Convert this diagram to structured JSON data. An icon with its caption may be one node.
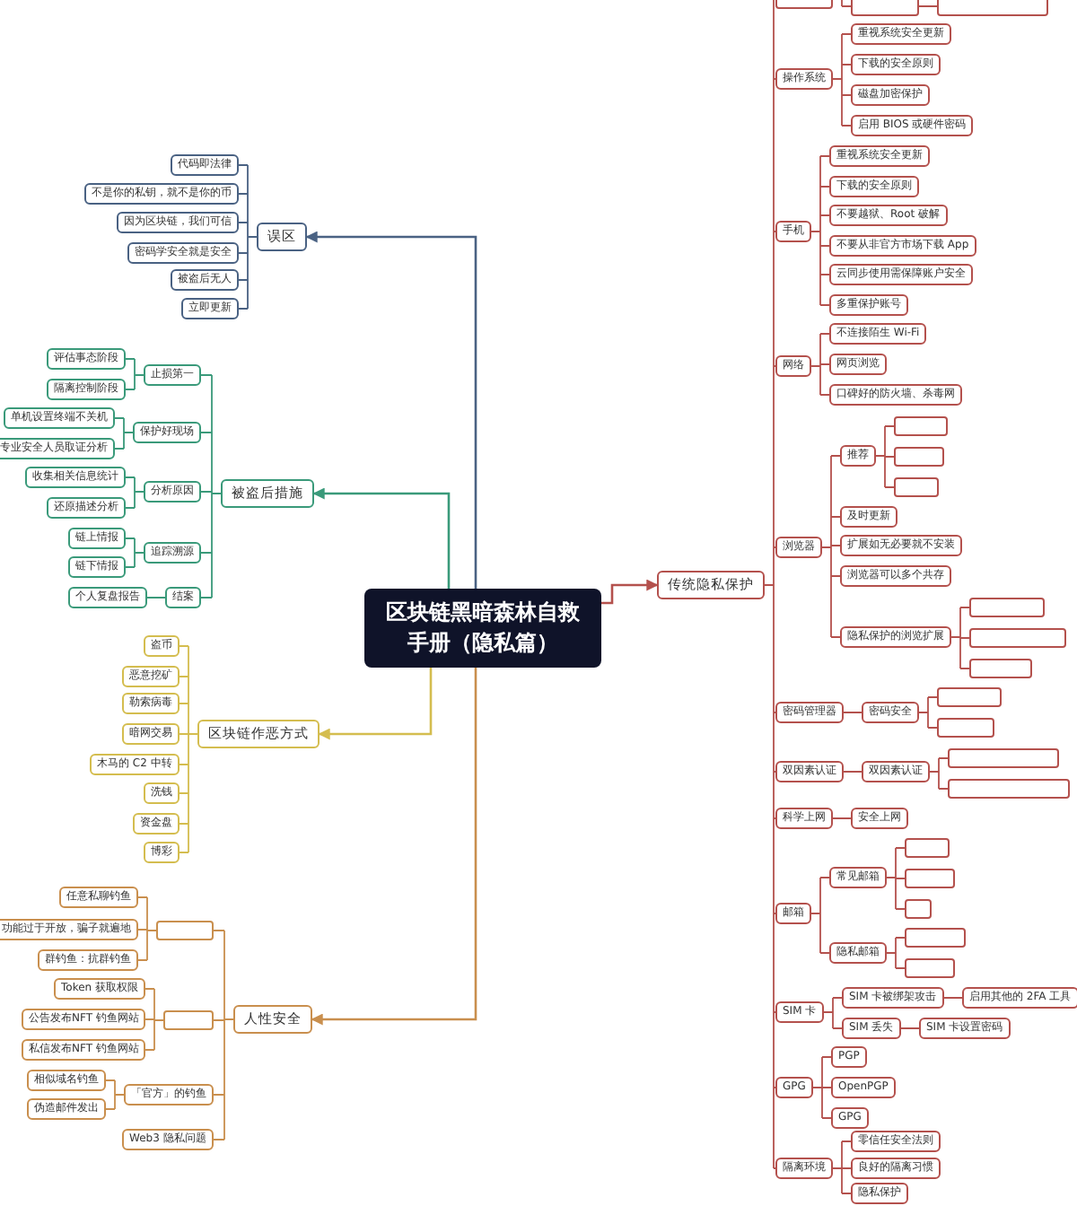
{
  "diagram": {
    "nodes": [
      {
        "text": [
          "区块链黑暗森林自救手册（隐私篇）"
        ]
      },
      {
        "text": [
          "误区"
        ]
      },
      {
        "text": [
          "代码即法律"
        ]
      },
      {
        "text": [
          "不是你的私钥，就不是你的币"
        ]
      },
      {
        "text": [
          "因为区块链，我们可信"
        ]
      },
      {
        "text": [
          "密码学安全就是安全"
        ]
      },
      {
        "text": [
          "被盗后无人"
        ]
      },
      {
        "text": [
          "立即更新"
        ]
      },
      {
        "text": [
          "被盗后措施"
        ]
      },
      {
        "text": [
          "止损第一"
        ]
      },
      {
        "text": [
          "评估事态阶段"
        ]
      },
      {
        "text": [
          "隔离控制阶段"
        ]
      },
      {
        "text": [
          "保护好现场"
        ]
      },
      {
        "text": [
          "单机设置终端不关机"
        ]
      },
      {
        "text": [
          "专业安全人员取证分析"
        ]
      },
      {
        "text": [
          "分析原因"
        ]
      },
      {
        "text": [
          "收集相关信息统计"
        ]
      },
      {
        "text": [
          "还原描述分析"
        ]
      },
      {
        "text": [
          "追踪溯源"
        ]
      },
      {
        "text": [
          "链上情报"
        ]
      },
      {
        "text": [
          "链下情报"
        ]
      },
      {
        "text": [
          "结案"
        ]
      },
      {
        "text": [
          "个人复盘报告"
        ]
      },
      {
        "text": [
          "区块链作恶方式"
        ]
      },
      {
        "text": [
          "盗币"
        ]
      },
      {
        "text": [
          "恶意挖矿"
        ]
      },
      {
        "text": [
          "勒索病毒"
        ]
      },
      {
        "text": [
          "暗网交易"
        ]
      },
      {
        "text": [
          "木马的 C2 中转"
        ]
      },
      {
        "text": [
          "洗钱"
        ]
      },
      {
        "text": [
          "资金盘"
        ]
      },
      {
        "text": [
          "博彩"
        ]
      },
      {
        "text": [
          "人性安全"
        ]
      },
      {
        "text": [],
        "shape": "box"
      },
      {
        "text": [
          "任意私聊钓鱼"
        ]
      },
      {
        "text": [
          "功能过于开放，骗子就遍地"
        ]
      },
      {
        "text": [
          "群钓鱼：抗群钓鱼"
        ]
      },
      {
        "text": [],
        "shape": "box"
      },
      {
        "text": [
          "Token 获取权限"
        ]
      },
      {
        "text": [
          "公告发布NFT 钓鱼网站"
        ]
      },
      {
        "text": [
          "私信发布NFT 钓鱼网站"
        ]
      },
      {
        "text": [
          "「官方」的钓鱼"
        ]
      },
      {
        "text": [
          "相似域名钓鱼"
        ]
      },
      {
        "text": [
          "伪造邮件发出"
        ]
      },
      {
        "text": [
          "Web3 隐私问题"
        ]
      },
      {
        "text": [
          "传统隐私保护"
        ]
      },
      {
        "text": [],
        "shape": "box"
      },
      {
        "text": [],
        "shape": "box"
      },
      {
        "text": [],
        "shape": "box"
      },
      {
        "text": [
          "操作系统"
        ]
      },
      {
        "text": [
          "重视系统安全更新"
        ]
      },
      {
        "text": [
          "下载的安全原则"
        ]
      },
      {
        "text": [
          "磁盘加密保护"
        ]
      },
      {
        "text": [
          "启用 BIOS 或硬件密码"
        ]
      },
      {
        "text": [
          "手机"
        ]
      },
      {
        "text": [
          "重视系统安全更新"
        ]
      },
      {
        "text": [
          "下载的安全原则"
        ]
      },
      {
        "text": [
          "不要越狱、Root 破解"
        ]
      },
      {
        "text": [
          "不要从非官方市场下载 App"
        ]
      },
      {
        "text": [
          "云同步使用需保障账户安全"
        ]
      },
      {
        "text": [
          "多重保护账号"
        ]
      },
      {
        "text": [
          "网络"
        ]
      },
      {
        "text": [
          "不连接陌生 Wi-Fi"
        ]
      },
      {
        "text": [
          "网页浏览"
        ]
      },
      {
        "text": [
          "口碑好的防火墙、杀毒网"
        ]
      },
      {
        "text": [
          "浏览器"
        ]
      },
      {
        "text": [
          "推荐"
        ]
      },
      {
        "text": [],
        "shape": "box"
      },
      {
        "text": [],
        "shape": "box"
      },
      {
        "text": [],
        "shape": "box"
      },
      {
        "text": [
          "及时更新"
        ]
      },
      {
        "text": [
          "扩展如无必要就不安装"
        ]
      },
      {
        "text": [
          "浏览器可以多个共存"
        ]
      },
      {
        "text": [
          "隐私保护的浏览扩展"
        ]
      },
      {
        "text": [],
        "shape": "box"
      },
      {
        "text": [],
        "shape": "box"
      },
      {
        "text": [],
        "shape": "box"
      },
      {
        "text": [
          "密码管理器"
        ]
      },
      {
        "text": [
          "密码安全"
        ]
      },
      {
        "text": [],
        "shape": "box"
      },
      {
        "text": [],
        "shape": "box"
      },
      {
        "text": [
          "双因素认证"
        ]
      },
      {
        "text": [
          "双因素认证"
        ]
      },
      {
        "text": [],
        "shape": "box"
      },
      {
        "text": [],
        "shape": "box"
      },
      {
        "text": [
          "科学上网"
        ]
      },
      {
        "text": [
          "安全上网"
        ]
      },
      {
        "text": [
          "邮箱"
        ]
      },
      {
        "text": [
          "常见邮箱"
        ]
      },
      {
        "text": [],
        "shape": "box"
      },
      {
        "text": [],
        "shape": "box"
      },
      {
        "text": [],
        "shape": "box"
      },
      {
        "text": [
          "隐私邮箱"
        ]
      },
      {
        "text": [],
        "shape": "box"
      },
      {
        "text": [],
        "shape": "box"
      },
      {
        "text": [
          "SIM 卡"
        ]
      },
      {
        "text": [
          "SIM 卡被绑架攻击"
        ]
      },
      {
        "text": [
          "启用其他的 2FA 工具"
        ]
      },
      {
        "text": [
          "SIM 丢失"
        ]
      },
      {
        "text": [
          "SIM 卡设置密码"
        ]
      },
      {
        "text": [
          "GPG"
        ]
      },
      {
        "text": [
          "PGP"
        ]
      },
      {
        "text": [
          "OpenPGP"
        ]
      },
      {
        "text": [
          "GPG"
        ]
      },
      {
        "text": [
          "隔离环境"
        ]
      },
      {
        "text": [
          "零信任安全法则"
        ]
      },
      {
        "text": [
          "良好的隔离习惯"
        ]
      },
      {
        "text": [
          "隐私保护"
        ]
      }
    ],
    "edges": [
      {
        "from": 0,
        "to": 1,
        "arrow": "to",
        "color": "#4a6283"
      },
      {
        "from": 0,
        "to": 8,
        "arrow": "to",
        "color": "#3a9a7a"
      },
      {
        "from": 0,
        "to": 23,
        "arrow": "to",
        "color": "#d4bd4f"
      },
      {
        "from": 0,
        "to": 32,
        "arrow": "to",
        "color": "#c98f4e"
      },
      {
        "from": 0,
        "to": 45,
        "arrow": "to"
      },
      {
        "from": 1,
        "to": 2,
        "arrow": "none",
        "color": "#4a6283"
      },
      {
        "from": 1,
        "to": 3,
        "arrow": "none",
        "color": "#4a6283"
      },
      {
        "from": 1,
        "to": 4,
        "arrow": "none",
        "color": "#4a6283"
      },
      {
        "from": 1,
        "to": 5,
        "arrow": "none",
        "color": "#4a6283"
      },
      {
        "from": 1,
        "to": 6,
        "arrow": "none",
        "color": "#4a6283"
      },
      {
        "from": 1,
        "to": 7,
        "arrow": "none",
        "color": "#4a6283"
      },
      {
        "from": 8,
        "to": 9,
        "arrow": "none",
        "color": "#3a9a7a"
      },
      {
        "from": 8,
        "to": 12,
        "arrow": "none",
        "color": "#3a9a7a"
      },
      {
        "from": 8,
        "to": 15,
        "arrow": "none",
        "color": "#3a9a7a"
      },
      {
        "from": 8,
        "to": 18,
        "arrow": "none",
        "color": "#3a9a7a"
      },
      {
        "from": 8,
        "to": 21,
        "arrow": "none",
        "color": "#3a9a7a"
      },
      {
        "from": 9,
        "to": 10,
        "arrow": "none",
        "color": "#3a9a7a"
      },
      {
        "from": 9,
        "to": 11,
        "arrow": "none",
        "color": "#3a9a7a"
      },
      {
        "from": 12,
        "to": 13,
        "arrow": "none",
        "color": "#3a9a7a"
      },
      {
        "from": 12,
        "to": 14,
        "arrow": "none",
        "color": "#3a9a7a"
      },
      {
        "from": 15,
        "to": 16,
        "arrow": "none",
        "color": "#3a9a7a"
      },
      {
        "from": 15,
        "to": 17,
        "arrow": "none",
        "color": "#3a9a7a"
      },
      {
        "from": 18,
        "to": 19,
        "arrow": "none",
        "color": "#3a9a7a"
      },
      {
        "from": 18,
        "to": 20,
        "arrow": "none",
        "color": "#3a9a7a"
      },
      {
        "from": 21,
        "to": 22,
        "arrow": "none",
        "color": "#3a9a7a"
      },
      {
        "from": 23,
        "to": 24,
        "arrow": "none",
        "color": "#d4bd4f"
      },
      {
        "from": 23,
        "to": 25,
        "arrow": "none",
        "color": "#d4bd4f"
      },
      {
        "from": 23,
        "to": 26,
        "arrow": "none",
        "color": "#d4bd4f"
      },
      {
        "from": 23,
        "to": 27,
        "arrow": "none",
        "color": "#d4bd4f"
      },
      {
        "from": 23,
        "to": 28,
        "arrow": "none",
        "color": "#d4bd4f"
      },
      {
        "from": 23,
        "to": 29,
        "arrow": "none",
        "color": "#d4bd4f"
      },
      {
        "from": 23,
        "to": 30,
        "arrow": "none",
        "color": "#d4bd4f"
      },
      {
        "from": 23,
        "to": 31,
        "arrow": "none",
        "color": "#d4bd4f"
      },
      {
        "from": 32,
        "to": 33,
        "arrow": "none",
        "color": "#c98f4e"
      },
      {
        "from": 32,
        "to": 37,
        "arrow": "none",
        "color": "#c98f4e"
      },
      {
        "from": 32,
        "to": 41,
        "arrow": "none",
        "color": "#c98f4e"
      },
      {
        "from": 32,
        "to": 44,
        "arrow": "none",
        "color": "#c98f4e"
      },
      {
        "from": 33,
        "to": 34,
        "arrow": "none",
        "color": "#c98f4e"
      },
      {
        "from": 33,
        "to": 35,
        "arrow": "none",
        "color": "#c98f4e"
      },
      {
        "from": 33,
        "to": 36,
        "arrow": "none",
        "color": "#c98f4e"
      },
      {
        "from": 37,
        "to": 38,
        "arrow": "none",
        "color": "#c98f4e"
      },
      {
        "from": 37,
        "to": 39,
        "arrow": "none",
        "color": "#c98f4e"
      },
      {
        "from": 37,
        "to": 40,
        "arrow": "none",
        "color": "#c98f4e"
      },
      {
        "from": 41,
        "to": 42,
        "arrow": "none",
        "color": "#c98f4e"
      },
      {
        "from": 41,
        "to": 43,
        "arrow": "none",
        "color": "#c98f4e"
      },
      {
        "from": 45,
        "to": 46,
        "arrow": "none"
      },
      {
        "from": 46,
        "to": 47,
        "arrow": "none"
      },
      {
        "from": 47,
        "to": 48,
        "arrow": "none"
      },
      {
        "from": 45,
        "to": 49,
        "arrow": "none"
      },
      {
        "from": 49,
        "to": 50,
        "arrow": "none"
      },
      {
        "from": 49,
        "to": 51,
        "arrow": "none"
      },
      {
        "from": 49,
        "to": 52,
        "arrow": "none"
      },
      {
        "from": 49,
        "to": 53,
        "arrow": "none"
      },
      {
        "from": 45,
        "to": 54,
        "arrow": "none"
      },
      {
        "from": 54,
        "to": 55,
        "arrow": "none"
      },
      {
        "from": 54,
        "to": 56,
        "arrow": "none"
      },
      {
        "from": 54,
        "to": 57,
        "arrow": "none"
      },
      {
        "from": 54,
        "to": 58,
        "arrow": "none"
      },
      {
        "from": 54,
        "to": 59,
        "arrow": "none"
      },
      {
        "from": 54,
        "to": 60,
        "arrow": "none"
      },
      {
        "from": 45,
        "to": 61,
        "arrow": "none"
      },
      {
        "from": 61,
        "to": 62,
        "arrow": "none"
      },
      {
        "from": 61,
        "to": 63,
        "arrow": "none"
      },
      {
        "from": 61,
        "to": 64,
        "arrow": "none"
      },
      {
        "from": 45,
        "to": 65,
        "arrow": "none"
      },
      {
        "from": 65,
        "to": 66,
        "arrow": "none"
      },
      {
        "from": 66,
        "to": 67,
        "arrow": "none"
      },
      {
        "from": 66,
        "to": 68,
        "arrow": "none"
      },
      {
        "from": 66,
        "to": 69,
        "arrow": "none"
      },
      {
        "from": 65,
        "to": 70,
        "arrow": "none"
      },
      {
        "from": 65,
        "to": 71,
        "arrow": "none"
      },
      {
        "from": 65,
        "to": 72,
        "arrow": "none"
      },
      {
        "from": 65,
        "to": 73,
        "arrow": "none"
      },
      {
        "from": 73,
        "to": 74,
        "arrow": "none"
      },
      {
        "from": 73,
        "to": 75,
        "arrow": "none"
      },
      {
        "from": 73,
        "to": 76,
        "arrow": "none"
      },
      {
        "from": 45,
        "to": 77,
        "arrow": "none"
      },
      {
        "from": 77,
        "to": 78,
        "arrow": "none"
      },
      {
        "from": 78,
        "to": 79,
        "arrow": "none"
      },
      {
        "from": 78,
        "to": 80,
        "arrow": "none"
      },
      {
        "from": 45,
        "to": 81,
        "arrow": "none"
      },
      {
        "from": 81,
        "to": 82,
        "arrow": "none"
      },
      {
        "from": 82,
        "to": 83,
        "arrow": "none"
      },
      {
        "from": 82,
        "to": 84,
        "arrow": "none"
      },
      {
        "from": 45,
        "to": 85,
        "arrow": "none"
      },
      {
        "from": 85,
        "to": 86,
        "arrow": "none"
      },
      {
        "from": 45,
        "to": 87,
        "arrow": "none"
      },
      {
        "from": 87,
        "to": 88,
        "arrow": "none"
      },
      {
        "from": 88,
        "to": 89,
        "arrow": "none"
      },
      {
        "from": 88,
        "to": 90,
        "arrow": "none"
      },
      {
        "from": 88,
        "to": 91,
        "arrow": "none"
      },
      {
        "from": 87,
        "to": 92,
        "arrow": "none"
      },
      {
        "from": 92,
        "to": 93,
        "arrow": "none"
      },
      {
        "from": 92,
        "to": 94,
        "arrow": "none"
      },
      {
        "from": 45,
        "to": 95,
        "arrow": "none"
      },
      {
        "from": 95,
        "to": 96,
        "arrow": "none"
      },
      {
        "from": 96,
        "to": 97,
        "arrow": "none"
      },
      {
        "from": 95,
        "to": 98,
        "arrow": "none"
      },
      {
        "from": 98,
        "to": 99,
        "arrow": "none"
      },
      {
        "from": 45,
        "to": 100,
        "arrow": "none"
      },
      {
        "from": 100,
        "to": 101,
        "arrow": "none"
      },
      {
        "from": 100,
        "to": 102,
        "arrow": "none"
      },
      {
        "from": 100,
        "to": 103,
        "arrow": "none"
      },
      {
        "from": 45,
        "to": 104,
        "arrow": "none"
      },
      {
        "from": 104,
        "to": 105,
        "arrow": "none"
      },
      {
        "from": 104,
        "to": 106,
        "arrow": "none"
      },
      {
        "from": 104,
        "to": 107,
        "arrow": "none"
      }
    ]
  }
}
